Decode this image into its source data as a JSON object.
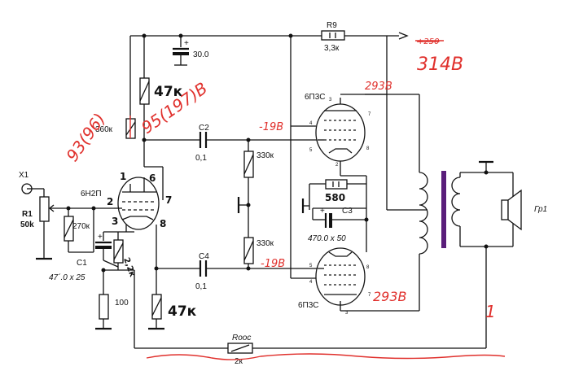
{
  "components": {
    "r9": {
      "ref": "R9",
      "value": "3,3к"
    },
    "c_top": {
      "value": "30.0"
    },
    "plate_res": {
      "value": "360к",
      "hand_value": "47к"
    },
    "c2": {
      "ref": "C2",
      "value": "0,1"
    },
    "c4": {
      "ref": "C4",
      "value": "0,1"
    },
    "grid_top": {
      "value": "330к"
    },
    "grid_bot": {
      "value": "330к"
    },
    "tube_in": {
      "ref": "6Н2П"
    },
    "tube_top": {
      "ref": "6П3С"
    },
    "tube_bot": {
      "ref": "6П3С"
    },
    "x1": {
      "ref": "X1"
    },
    "r1": {
      "ref": "R1",
      "value": "50k"
    },
    "r_grid_in": {
      "value": "270к"
    },
    "c1": {
      "ref": "C1",
      "value": "47´.0 x 25"
    },
    "cath_res": {
      "hand_value": "2,2к"
    },
    "cath_res2": {
      "value": "100"
    },
    "cath_res3": {
      "hand_value": "47к"
    },
    "cath_out": {
      "value": "580"
    },
    "c3": {
      "ref": "C3",
      "value": "470.0 x 50"
    },
    "roos": {
      "ref": "Rooc",
      "value": "2к"
    },
    "speaker": {
      "ref": "Гр1"
    }
  },
  "pins": {
    "in_top": "6",
    "in_bot": "8",
    "in_left": "2",
    "in_right": "7",
    "in_bottom": "3",
    "in_top_left": "1",
    "t4": "4",
    "t3": "3",
    "t5": "5",
    "t8": "8",
    "t7": "7",
    "t2": "2"
  },
  "annotations": {
    "supply_old": "+250",
    "supply_new": "314В",
    "v_plate_in": "93(96)",
    "v_plate_in2": "95(197)В",
    "v_grid_top": "-19В",
    "v_grid_bot": "-19В",
    "v_plate_top": "293В",
    "v_plate_bot": "293В",
    "fb_mark": "1"
  }
}
